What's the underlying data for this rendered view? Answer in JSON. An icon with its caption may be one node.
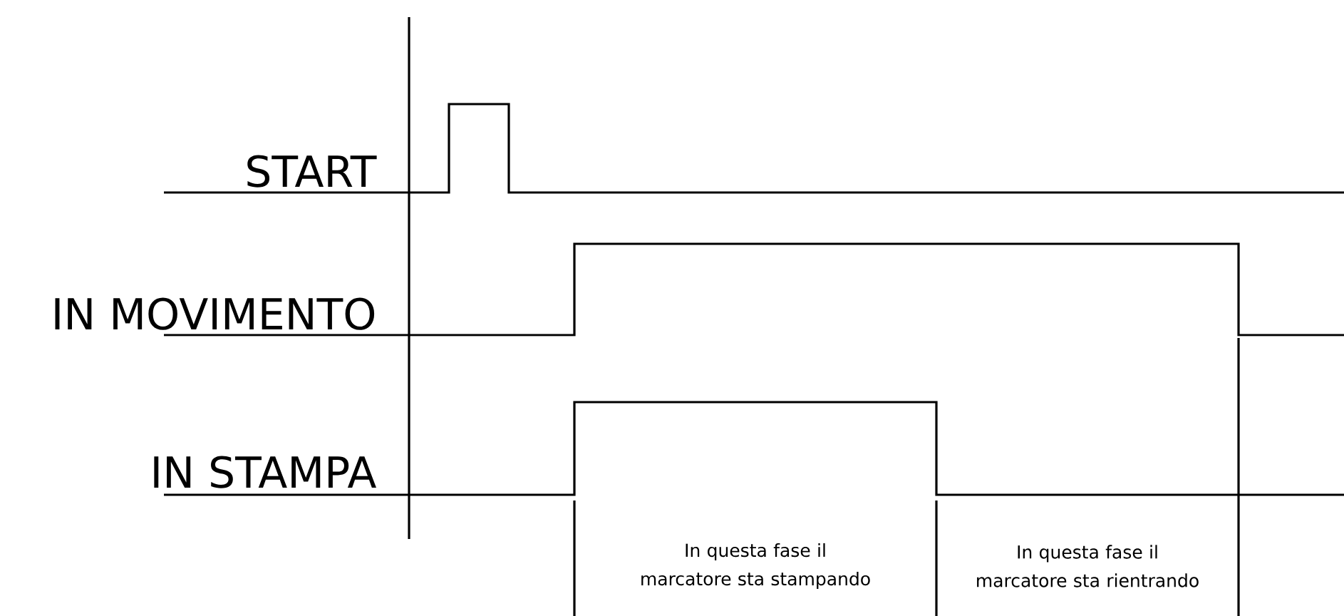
{
  "diagram": {
    "labels": [
      "START",
      "IN MOVIMENTO",
      "IN STAMPA",
      "In questa fase il marcatore sta stampando",
      "In questa fase il marcatore sta rientrando"
    ]
  }
}
